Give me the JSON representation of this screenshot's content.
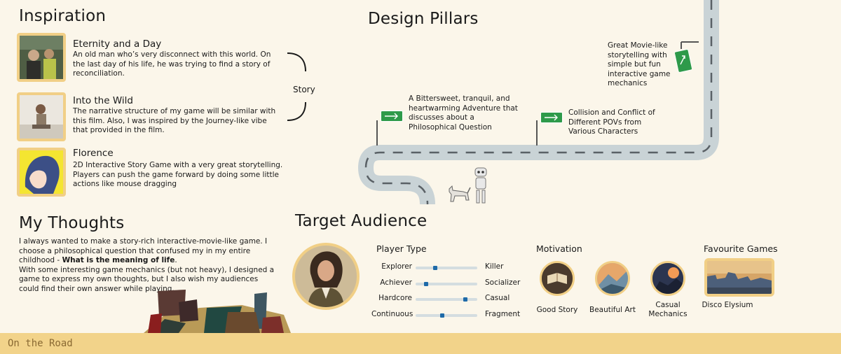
{
  "inspiration": {
    "heading": "Inspiration",
    "items": [
      {
        "title": "Eternity and a Day",
        "desc": "An old man who’s very disconnect with this world. On the last day of his life, he was trying to find a story of reconciliation."
      },
      {
        "title": "Into the Wild",
        "desc": "The narrative structure of my game will be similar with this film. Also, I was inspired by the Journey-like vibe that provided in the film."
      },
      {
        "title": "Florence",
        "desc": "2D Interactive Story Game with a very great storytelling. Players can push the game forward by doing some little actions like mouse dragging"
      }
    ],
    "bracket_label": "Story"
  },
  "pillars": {
    "heading": "Design Pillars",
    "items": [
      {
        "text": "A Bittersweet, tranquil, and heartwarming Adventure that discusses about a Philosophical Question"
      },
      {
        "text": "Collision and Conflict of Different POVs from Various Characters"
      },
      {
        "text": "Great Movie-like storytelling with simple but fun interactive game mechanics"
      }
    ]
  },
  "thoughts": {
    "heading": "My Thoughts",
    "line1": "I always wanted to make a story-rich interactive-movie-like game. I choose a philosophical question that confused my in my entire childhood - ",
    "bold": "What is the meaning of life",
    "line1_end": ".",
    "line2": "With some interesting game mechanics (but not heavy), I designed a game to express my own thoughts, but I also wish my audiences could find their own answer while playing."
  },
  "audience": {
    "heading": "Target Audience",
    "player_type": {
      "title": "Player Type",
      "rows": [
        {
          "left": "Explorer",
          "right": "Killer",
          "value": 0.3
        },
        {
          "left": "Achiever",
          "right": "Socializer",
          "value": 0.15
        },
        {
          "left": "Hardcore",
          "right": "Casual",
          "value": 0.83
        },
        {
          "left": "Continuous",
          "right": "Fragment",
          "value": 0.43
        }
      ]
    },
    "motivation": {
      "title": "Motivation",
      "items": [
        "Good Story",
        "Beautiful Art",
        "Casual Mechanics"
      ]
    },
    "favourite": {
      "title": "Favourite Games",
      "items": [
        "Disco Elysium"
      ]
    }
  },
  "footer": {
    "label": "On the Road"
  },
  "colors": {
    "accent": "#f1cf86",
    "road": "#c9d3d6",
    "sign": "#2e9a4a",
    "knob": "#1e6aa8"
  }
}
